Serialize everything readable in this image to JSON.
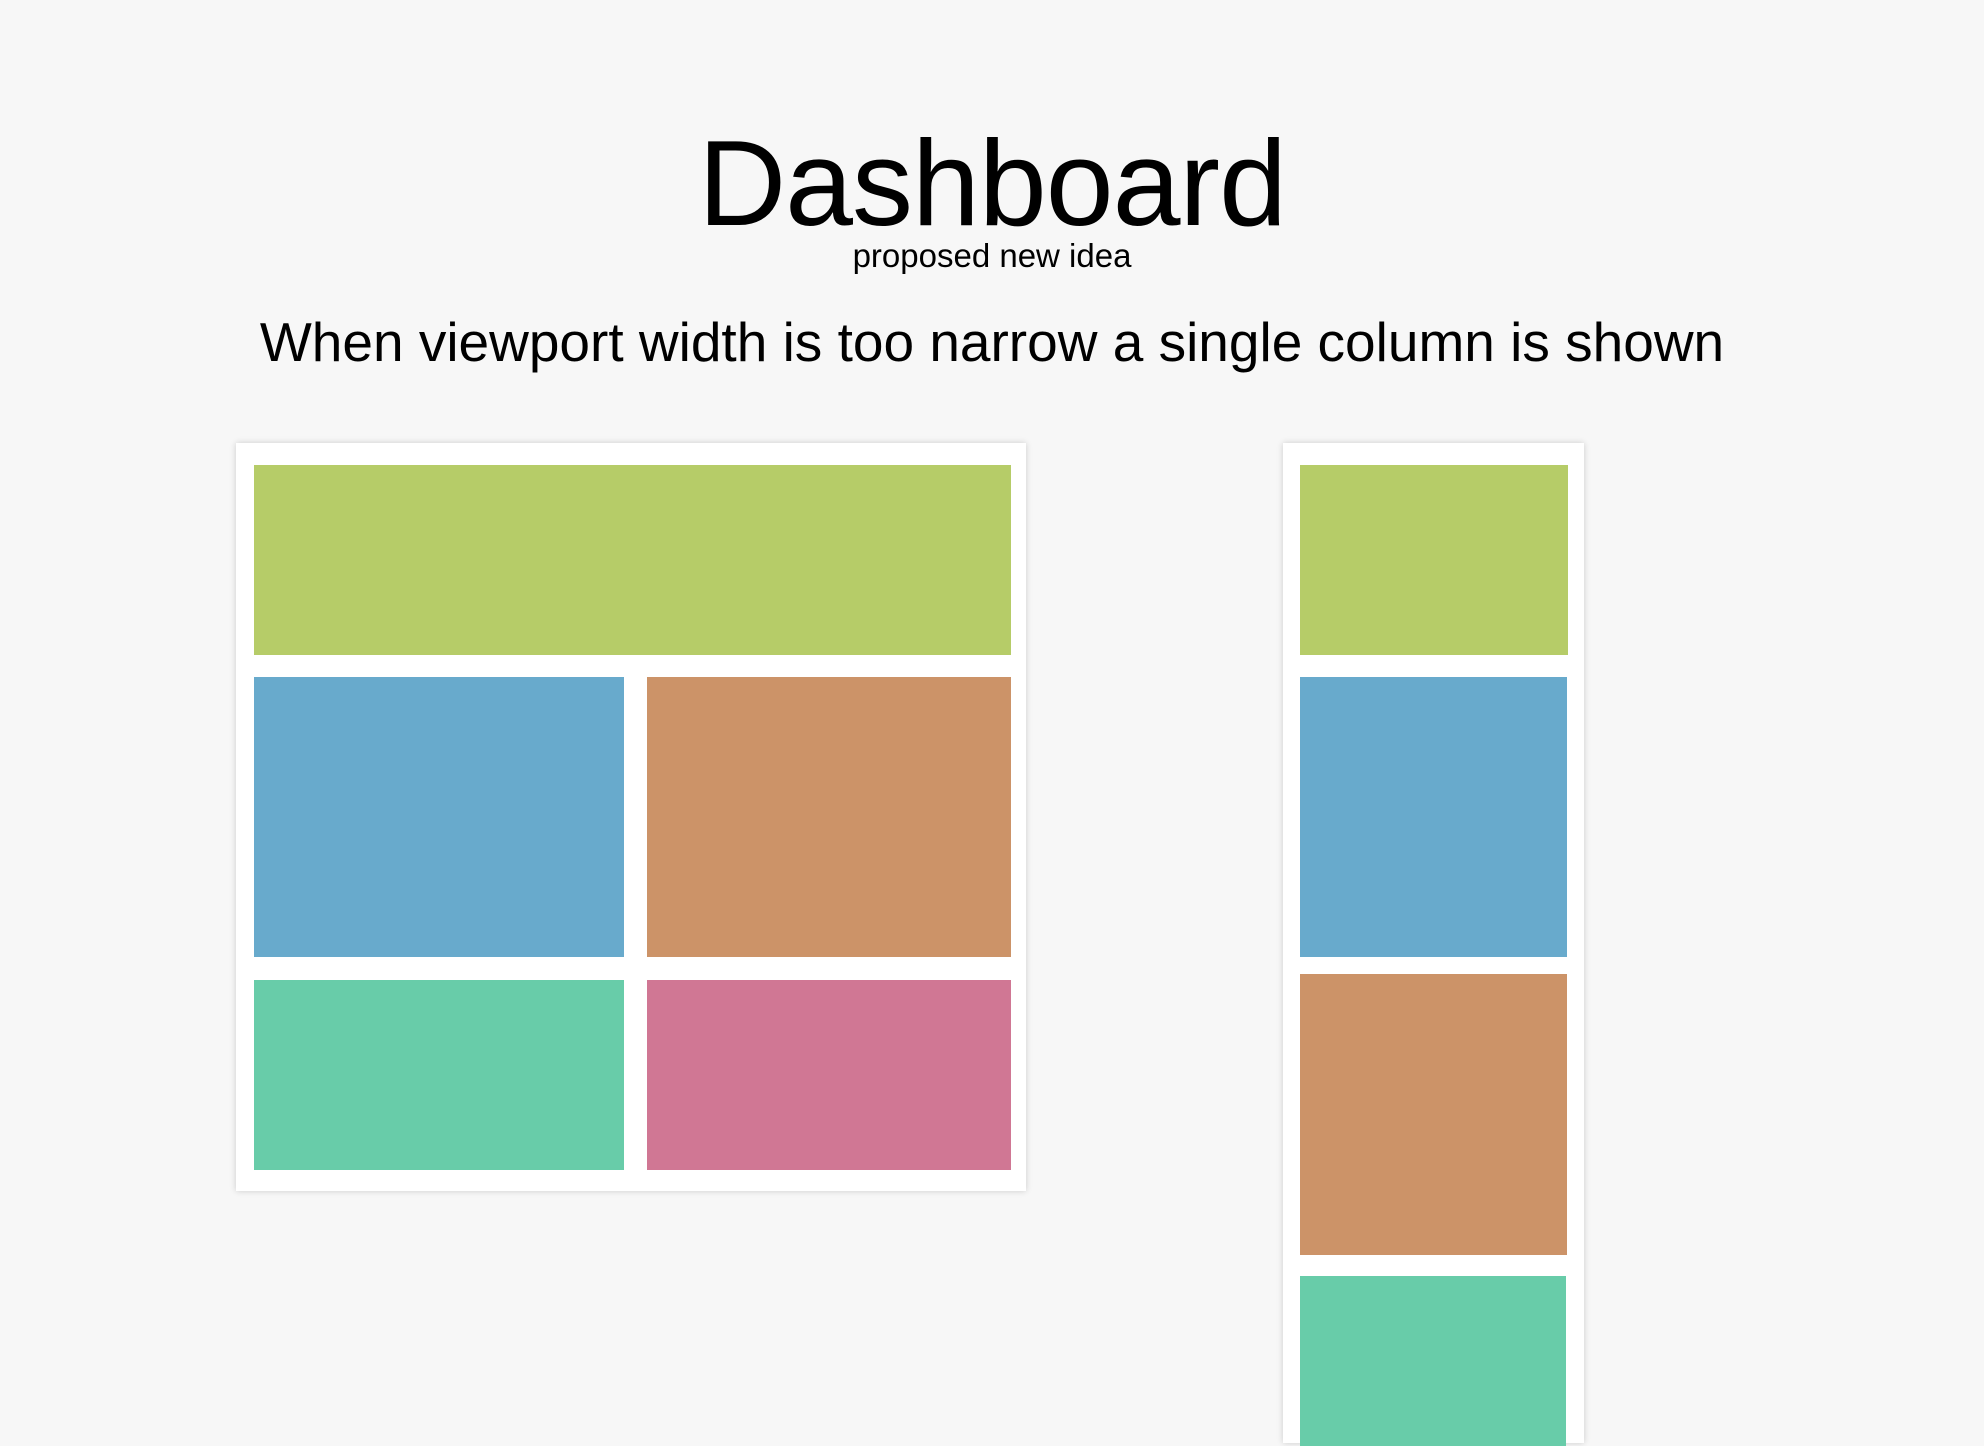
{
  "header": {
    "title": "Dashboard",
    "subtitle": "proposed new idea",
    "caption": "When viewport width is too narrow a single column is shown"
  },
  "colors": {
    "background": "#f7f7f7",
    "frame": "#ffffff",
    "green": "#b6cc68",
    "blue": "#68aacc",
    "orange": "#cc9368",
    "teal": "#68cca9",
    "pink": "#d07794"
  },
  "wide_layout": {
    "tiles": [
      "green",
      "blue",
      "orange",
      "teal",
      "pink"
    ]
  },
  "narrow_layout": {
    "tiles": [
      "green",
      "blue",
      "orange",
      "teal"
    ]
  }
}
